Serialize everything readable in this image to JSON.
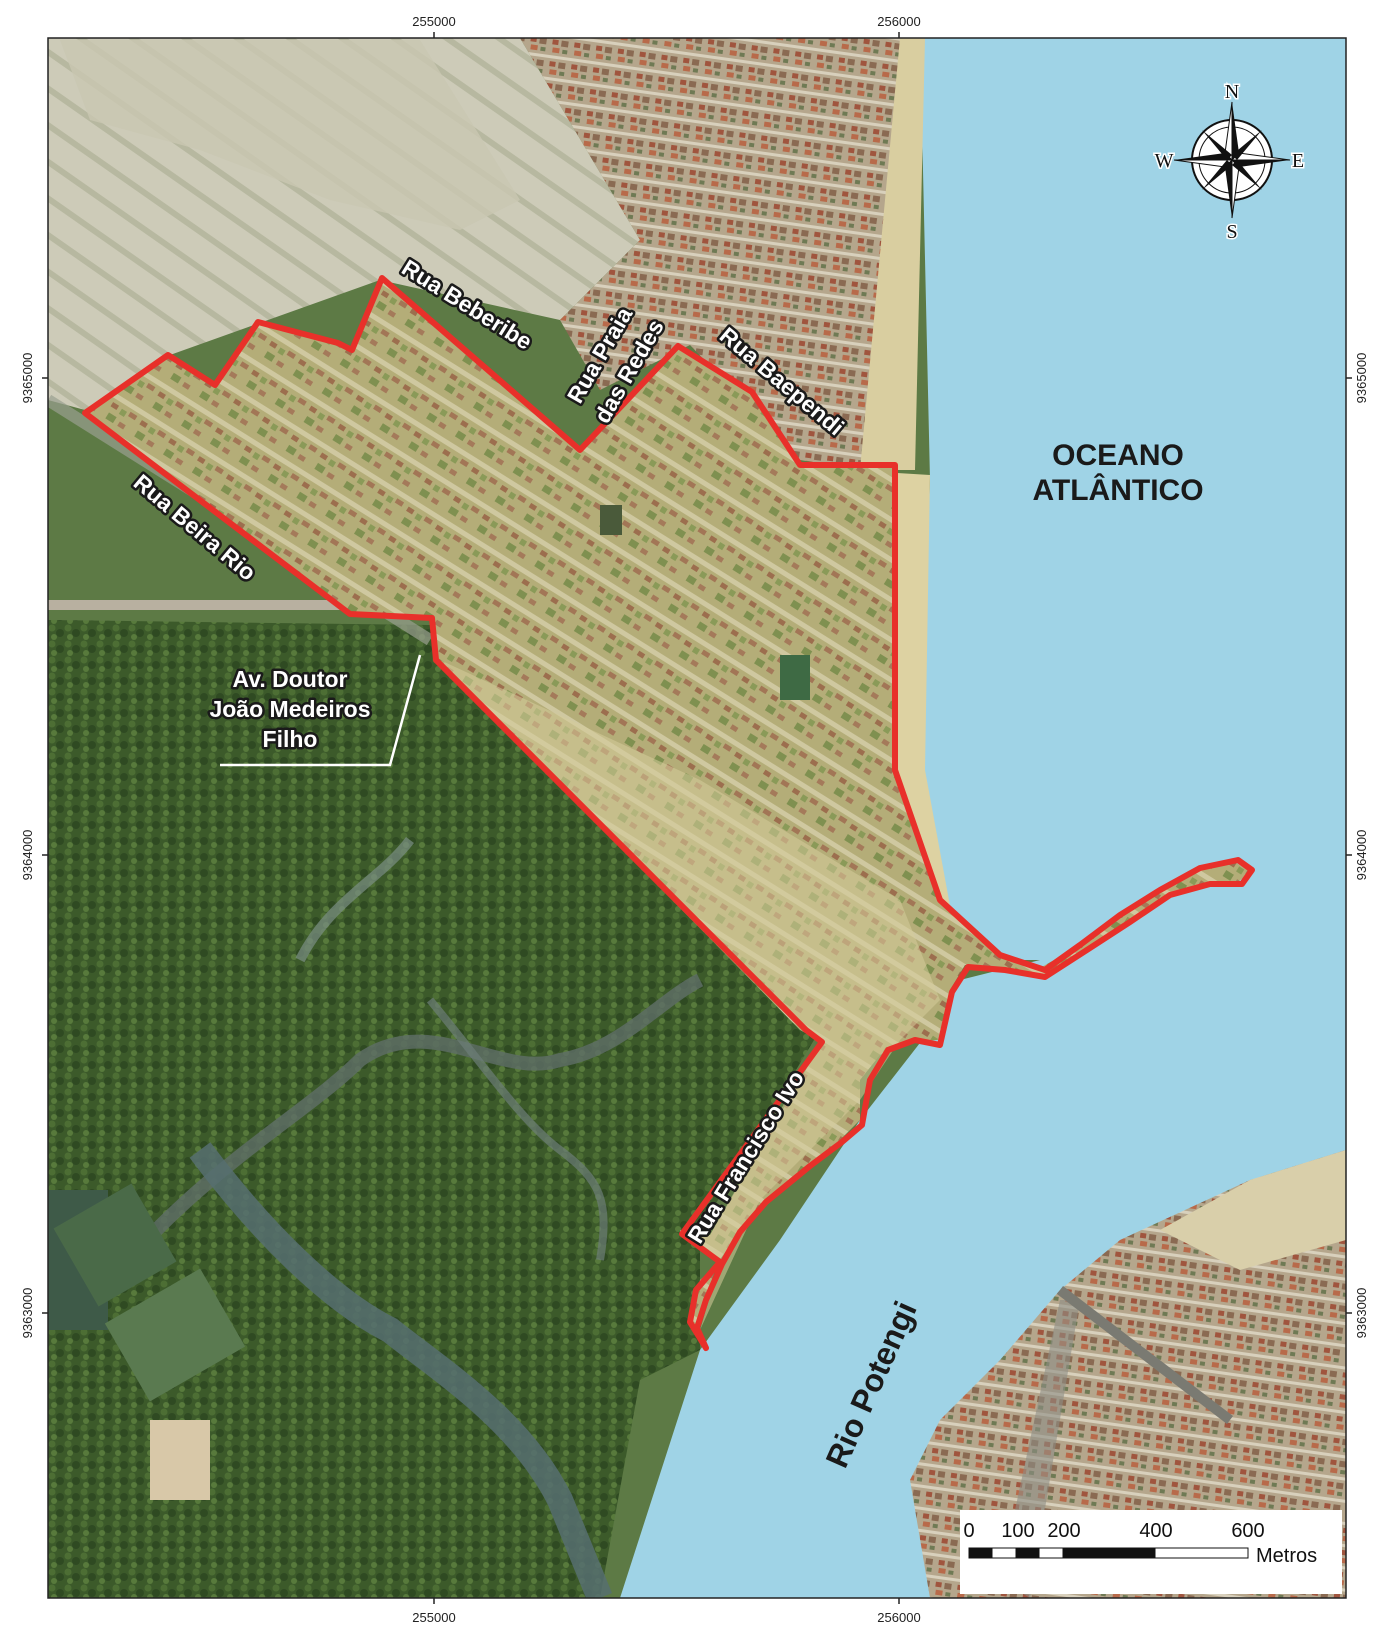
{
  "grid": {
    "x_labels": [
      "255000",
      "256000"
    ],
    "y_labels": [
      "9365000",
      "9364000",
      "9363000"
    ]
  },
  "labels": {
    "streets": [
      "Rua Beberibe",
      "Rua Praia",
      "das Redes",
      "Rua Baependi",
      "Rua Beira Rio",
      "Av. Doutor",
      "João Medeiros",
      "Filho",
      "Rua Francisco Ivo"
    ],
    "ocean": [
      "OCEANO",
      "ATLÂNTICO"
    ],
    "river": "Rio Potengi"
  },
  "compass": {
    "north": "N",
    "south": "S",
    "east": "E",
    "west": "W"
  },
  "scale_bar": {
    "ticks": [
      "0",
      "100",
      "200",
      "400",
      "600"
    ],
    "unit": "Metros"
  },
  "colors": {
    "water": "#9fd3e6",
    "forest": "#3f5f2c",
    "boundary": "#e8302a",
    "sand": "#d8ce9c",
    "urban": "#b7b27a"
  }
}
